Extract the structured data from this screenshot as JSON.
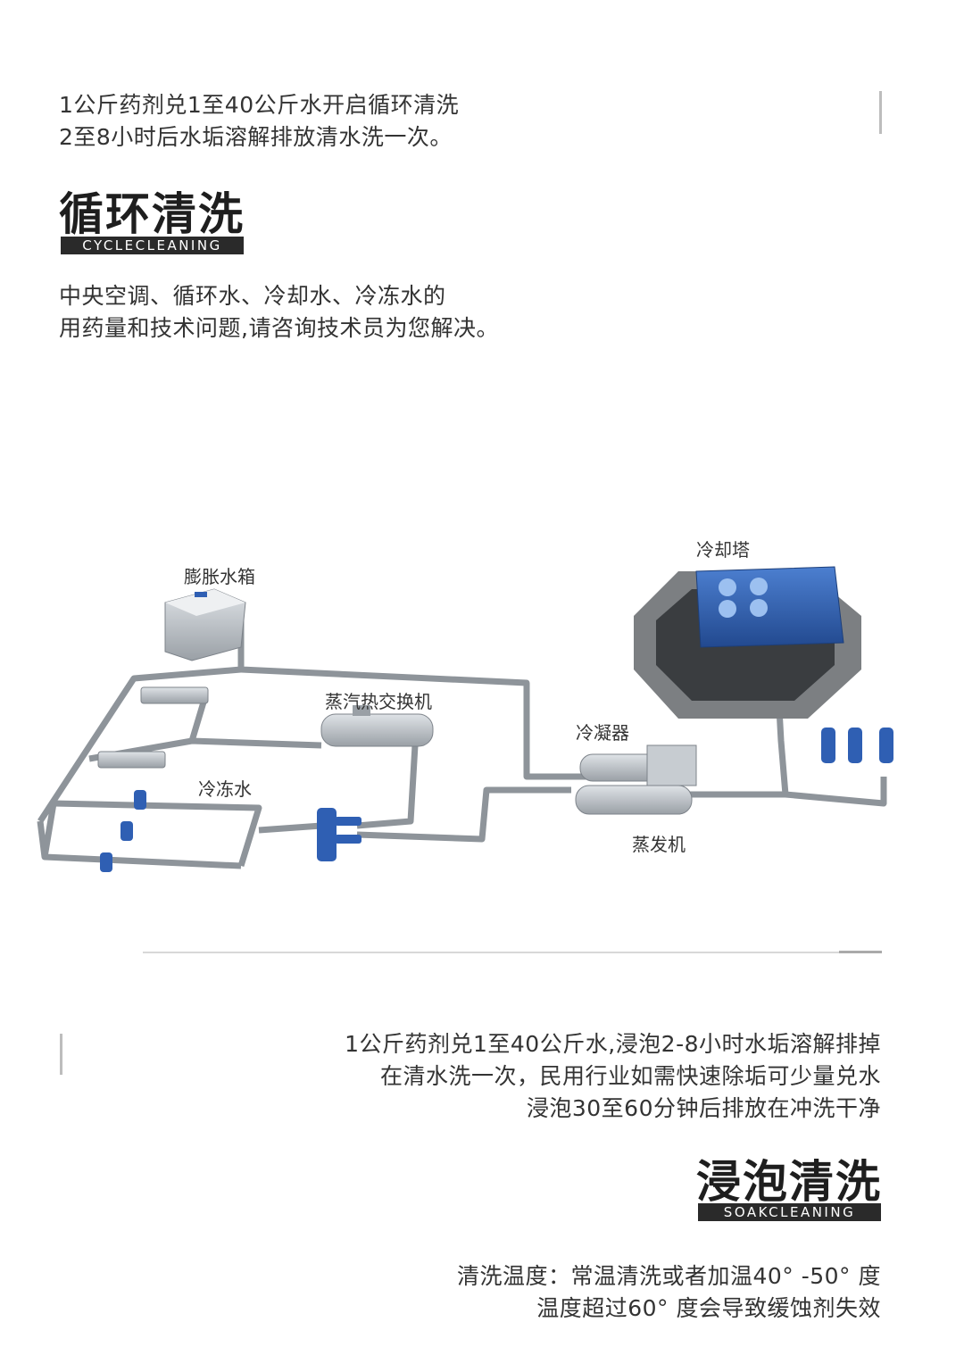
{
  "cycle": {
    "intro_lines": [
      "1公斤药剂兑1至40公斤水开启循环清洗",
      "2至8小时后水垢溶解排放清水洗一次。"
    ],
    "title": "循环清洗",
    "tag": "CYCLECLEANING",
    "desc_lines": [
      "中央空调、循环水、冷却水、冷冻水的",
      "用药量和技术问题,请咨询技术员为您解决。"
    ]
  },
  "diagram": {
    "labels": {
      "expansion_tank": "膨胀水箱",
      "steam_exchanger": "蒸汽热交换机",
      "chilled_water": "冷冻水",
      "cooling_tower": "冷却塔",
      "condenser": "冷凝器",
      "evaporator": "蒸发机"
    },
    "colors": {
      "pipe": "#8e949a",
      "pump": "#2f5fb3",
      "tower": "#3a6cc0",
      "equipment": "#b9bec4"
    }
  },
  "soak": {
    "intro_lines": [
      "1公斤药剂兑1至40公斤水,浸泡2-8小时水垢溶解排掉",
      "在清水洗一次，民用行业如需快速除垢可少量兑水",
      "浸泡30至60分钟后排放在冲洗干净"
    ],
    "title": "浸泡清洗",
    "tag": "SOAKCLEANING",
    "temp_lines": [
      "清洗温度：常温清洗或者加温40° -50° 度",
      "温度超过60° 度会导致缓蚀剂失效"
    ]
  }
}
